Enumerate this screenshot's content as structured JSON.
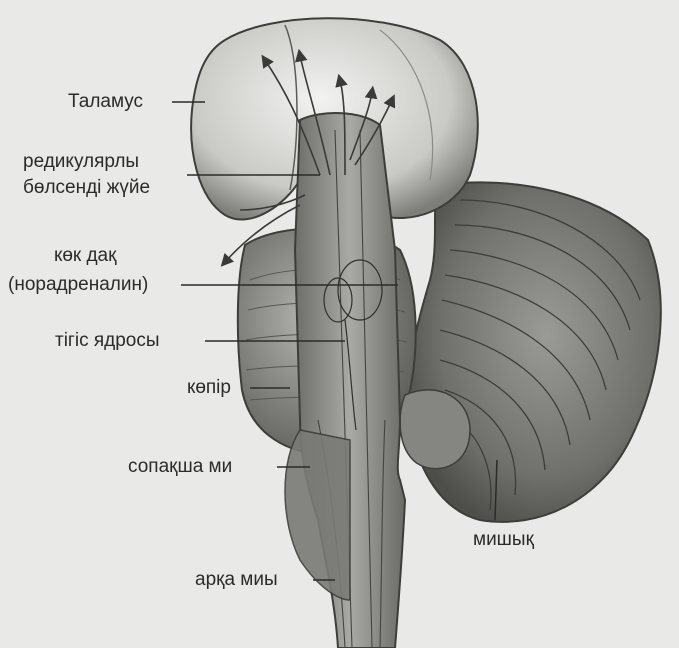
{
  "diagram": {
    "labels": {
      "thalamus": "Таламус",
      "reticular_line1": "редикулярлы",
      "reticular_line2": "бөлсенді жүйе",
      "locus_line1": "көк дақ",
      "locus_line2": "(норадреналин)",
      "raphe": "тігіс ядросы",
      "pons": "көпір",
      "medulla": "сопақша ми",
      "cerebellum": "мишық",
      "spinal_cord": "арқа миы"
    },
    "colors": {
      "background": "#e9e9e7",
      "ink": "#2b2b2b",
      "shading": "#8a8a88"
    }
  }
}
